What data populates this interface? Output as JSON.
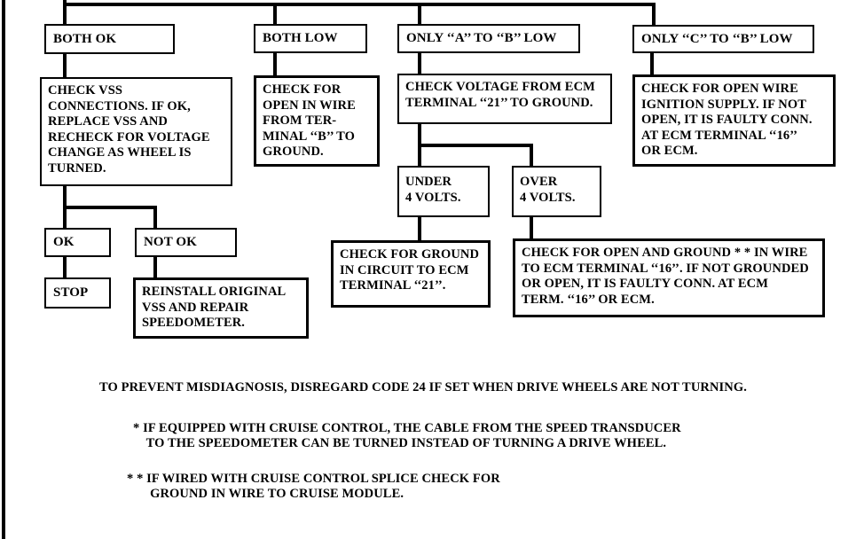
{
  "meta": {
    "description_label": "VSS / Code 24 diagnostic flowchart",
    "line_color": "#000000",
    "background_color": "#ffffff",
    "text_color": "#000000"
  },
  "nodes": {
    "both_ok": "BOTH OK",
    "both_ok_action": "CHECK VSS\nCONNECTIONS. IF OK,\nREPLACE VSS AND\nRECHECK FOR VOLTAGE\nCHANGE AS WHEEL IS\nTURNED.",
    "ok": "OK",
    "not_ok": "NOT OK",
    "stop": "STOP",
    "reinstall": "REINSTALL ORIGINAL\nVSS AND REPAIR\nSPEEDOMETER.",
    "both_low": "BOTH LOW",
    "both_low_action": "CHECK FOR\nOPEN IN WIRE\nFROM TER-\nMINAL ‘‘B’’ TO\nGROUND.",
    "only_a": "ONLY ‘‘A’’ TO ‘‘B’’ LOW",
    "only_a_action": "CHECK VOLTAGE FROM ECM\nTERMINAL ‘‘21’’ TO GROUND.",
    "under_4": "UNDER\n4 VOLTS.",
    "over_4": "OVER\n4 VOLTS.",
    "under_4_action": "CHECK FOR GROUND\nIN CIRCUIT TO ECM\nTERMINAL ‘‘21’’.",
    "over_4_action": "CHECK FOR OPEN AND GROUND * * IN WIRE\nTO ECM TERMINAL ‘‘16’’. IF NOT GROUNDED\nOR OPEN, IT IS FAULTY CONN. AT ECM\nTERM. ‘‘16’’ OR ECM.",
    "only_c": "ONLY ‘‘C’’ TO ‘‘B’’ LOW",
    "only_c_action": "CHECK FOR OPEN WIRE\nIGNITION SUPPLY. IF NOT\nOPEN, IT IS FAULTY CONN.\nAT ECM TERMINAL ‘‘16’’\nOR ECM."
  },
  "notes": {
    "disregard": "TO PREVENT MISDIAGNOSIS, DISREGARD CODE 24 IF SET WHEN DRIVE WHEELS ARE NOT TURNING.",
    "cruise_single_star": "* IF EQUIPPED WITH CRUISE CONTROL, THE CABLE FROM THE SPEED TRANSDUCER\n    TO THE SPEEDOMETER CAN BE TURNED INSTEAD OF TURNING A DRIVE WHEEL.",
    "cruise_double_star": "* * IF WIRED WITH CRUISE CONTROL SPLICE CHECK FOR\n       GROUND IN WIRE TO CRUISE MODULE."
  }
}
